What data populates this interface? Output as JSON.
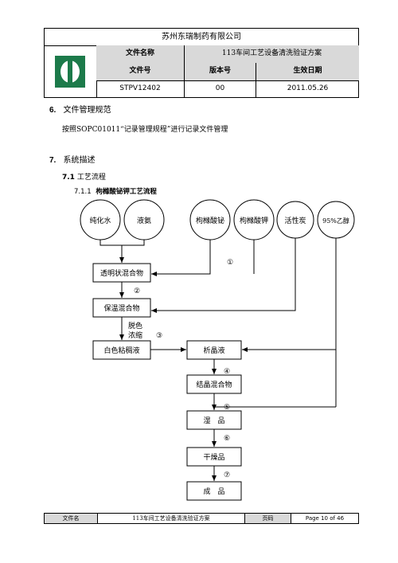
{
  "header": {
    "company": "苏州东瑞制药有限公司",
    "doc_name_label": "文件名称",
    "doc_name_value": "113车间工艺设备清洗验证方案",
    "doc_no_label": "文件号",
    "version_label": "版本号",
    "effective_label": "生效日期",
    "doc_no_value": "STPV12402",
    "version_value": "00",
    "effective_value": "2011.05.26"
  },
  "section6": {
    "number": "6.",
    "title": "文件管理规范",
    "body": "按照SOPC01011“记录管理规程”进行记录文件管理"
  },
  "section7": {
    "number": "7.",
    "title": "系统描述",
    "sub_number": "7.1",
    "sub_title": "工艺流程",
    "subsub_number": "7.1.1",
    "subsub_title": "枸橼酸铋钾工艺流程"
  },
  "flow": {
    "circles": [
      "纯化水",
      "液氨",
      "枸橼酸铋",
      "枸橼酸钾",
      "活性炭",
      "95%乙醇"
    ],
    "boxes": [
      "透明状混合物",
      "保温混合物",
      "白色粘稠液",
      "析晶液",
      "结晶混合物",
      "湿　品",
      "干燥品",
      "成　品"
    ],
    "steps": [
      "①",
      "②",
      "③",
      "④",
      "⑤",
      "⑥",
      "⑦"
    ],
    "decolor_label": "脱色",
    "concentrate_label": "浓缩"
  },
  "footer": {
    "doc_label": "文件名",
    "doc_value": "113车间工艺设备清洗验证方案",
    "page_label": "页码",
    "page_value": "Page 10 of 46"
  },
  "colors": {
    "logo_green": "#1c7a4a",
    "header_gray": "#d9d9d9"
  }
}
